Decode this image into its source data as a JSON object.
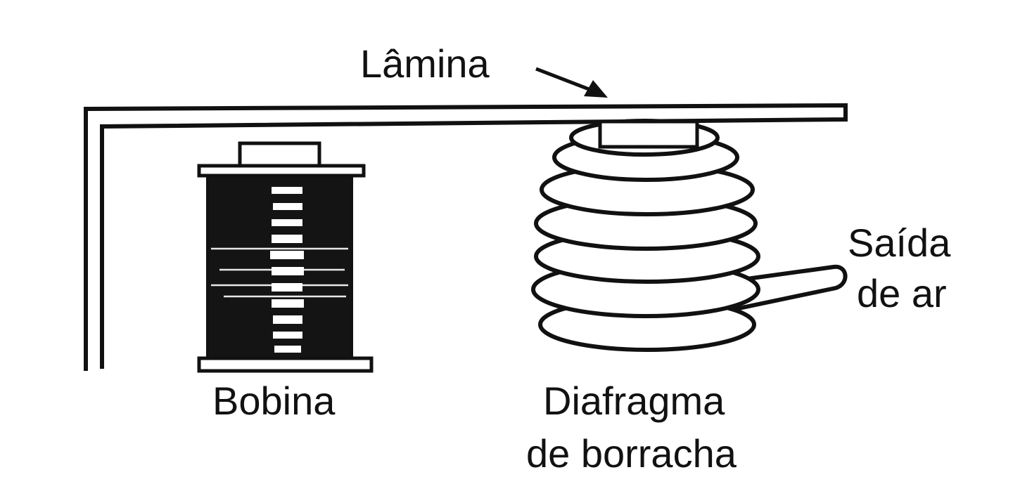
{
  "labels": {
    "lamina": "Lâmina",
    "saida_line1": "Saída",
    "saida_line2": "de ar",
    "bobina": "Bobina",
    "diafragma_line1": "Diafragma",
    "diafragma_line2": "de borracha"
  },
  "colors": {
    "ink": "#111111",
    "paper": "#ffffff"
  }
}
